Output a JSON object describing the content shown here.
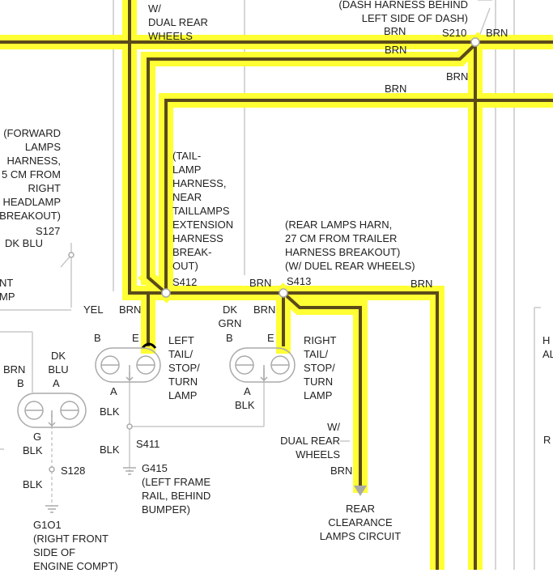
{
  "colors": {
    "highlight": "#ffff33",
    "wire": "#5a4a1a",
    "faint_wire": "#c8c8c8"
  },
  "labels": {
    "w_dual_rear_top": [
      "W/",
      "DUAL REAR",
      "WHEELS"
    ],
    "dash_harness": [
      "(DASH HARNESS BEHIND",
      "LEFT SIDE OF DASH)"
    ],
    "brn": "BRN",
    "s210": "S210",
    "forward_lamps": [
      "(FORWARD",
      "LAMPS",
      "HARNESS,",
      "5 CM FROM",
      "RIGHT",
      "HEADLAMP",
      "BREAKOUT)"
    ],
    "s127": "S127",
    "dk_blu": "DK BLU",
    "nt_mp": [
      "NT",
      "MP"
    ],
    "taillamp_harness": [
      "(TAIL-",
      "LAMP",
      "HARNESS,",
      "NEAR",
      "TAILLAMPS",
      "EXTENSION",
      "HARNESS",
      "BREAK-",
      "OUT)"
    ],
    "s412": "S412",
    "rear_lamps_harn": [
      "(REAR LAMPS HARN,",
      "27 CM FROM TRAILER",
      "HARNESS BREAKOUT)",
      "(W/ DUEL REAR WHEELS)"
    ],
    "s413": "S413",
    "yel": "YEL",
    "dk_grn": [
      "DK",
      "GRN"
    ],
    "dk_blu_stack": [
      "DK",
      "BLU"
    ],
    "pin_a": "A",
    "pin_b": "B",
    "pin_e": "E",
    "pin_g": "G",
    "left_lamp": [
      "LEFT",
      "TAIL/",
      "STOP/",
      "TURN",
      "LAMP"
    ],
    "right_lamp": [
      "RIGHT",
      "TAIL/",
      "STOP/",
      "TURN",
      "LAMP"
    ],
    "blk": "BLK",
    "s411": "S411",
    "g415": [
      "G415",
      "(LEFT FRAME",
      "RAIL, BEHIND",
      "BUMPER)"
    ],
    "w_dual_rear_bottom": [
      "W/",
      "DUAL REAR",
      "WHEELS"
    ],
    "rear_clearance": [
      "REAR",
      "CLEARANCE",
      "LAMPS CIRCUIT"
    ],
    "s128": "S128",
    "g101": [
      "G1O1",
      "(RIGHT FRONT",
      "SIDE OF",
      "ENGINE COMPT)"
    ],
    "right_edge": [
      "H",
      "AL"
    ],
    "right_edge_r": "R"
  }
}
